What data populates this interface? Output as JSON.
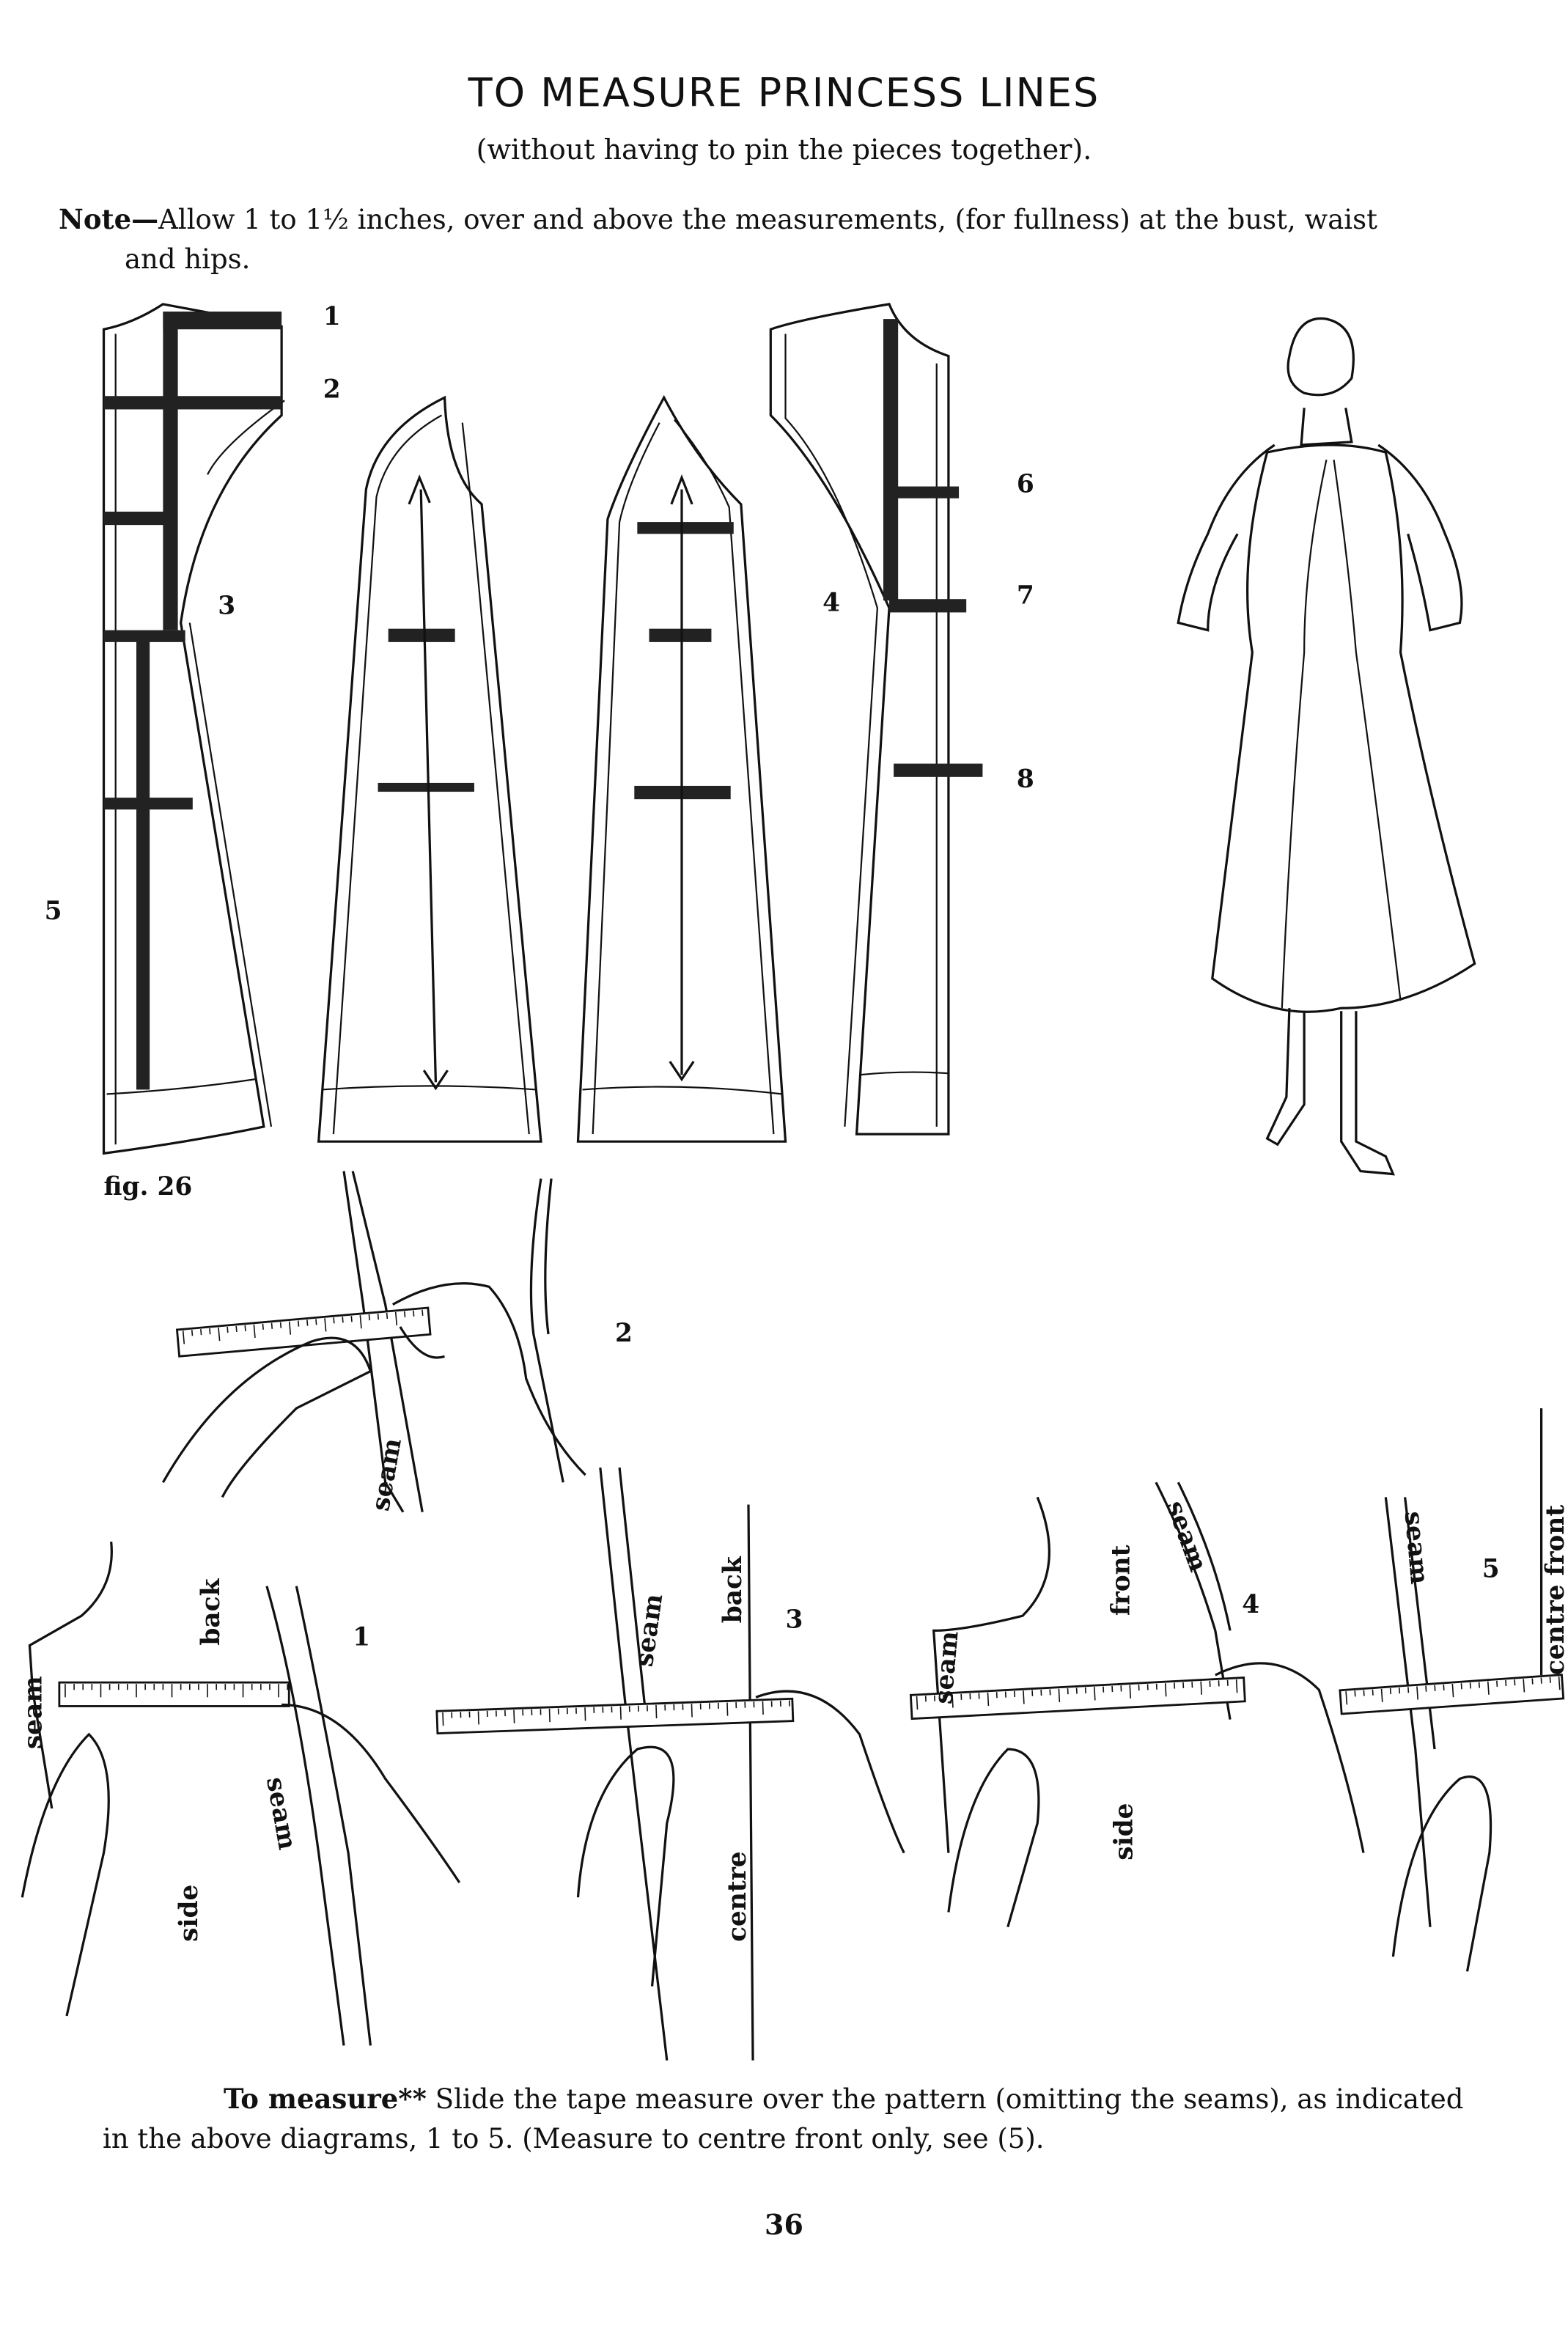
{
  "title": "TO MEASURE PRINCESS LINES",
  "subtitle": "(without having to pin the pieces together).",
  "note": {
    "label": "Note—",
    "text": "Allow 1 to 1½ inches, over and above the measurements, (for fullness) at the bust, waist",
    "text_line2": "and hips."
  },
  "figure_caption": "fig. 26",
  "pattern_labels": {
    "n1": "1",
    "n2": "2",
    "n3": "3",
    "n4": "4",
    "n5": "5",
    "n6": "6",
    "n7": "7",
    "n8": "8"
  },
  "measure_diagrams": {
    "d2_number": "2",
    "d2_seam": "seam",
    "d1_number": "1",
    "d1_back": "back",
    "d1_side": "side",
    "d1_seam_left": "seam",
    "d1_seam_right": "seam",
    "d3_number": "3",
    "d3_back": "back",
    "d3_seam": "seam",
    "d3_centre": "centre",
    "d4_number": "4",
    "d4_front": "front",
    "d4_side": "side",
    "d4_seam_left": "seam",
    "d4_seam_right": "seam",
    "d5_number": "5",
    "d5_seam": "seam",
    "d5_centre_front": "centre front"
  },
  "bottom_text": {
    "label": "To measure**",
    "text": " Slide the tape measure over the pattern (omitting the seams), as indicated",
    "text_line2": "in the above diagrams, 1 to 5.  (Measure to centre front only, see (5)."
  },
  "page_number": "36"
}
